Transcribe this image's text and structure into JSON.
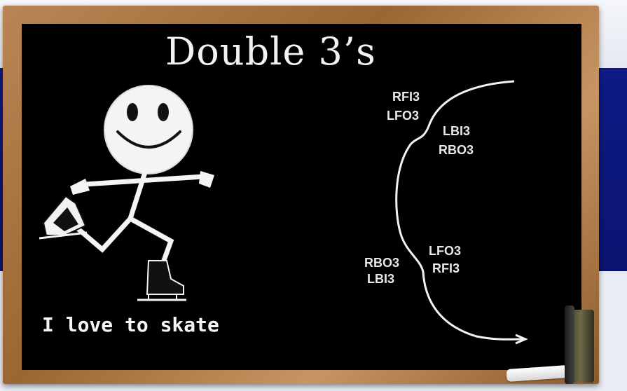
{
  "title": "Double 3’s",
  "caption": "I love to skate",
  "labels": {
    "top_left_1": "RFI3",
    "top_left_2": "LFO3",
    "top_right_1": "LBI3",
    "top_right_2": "RBO3",
    "bottom_right_1": "LFO3",
    "bottom_right_2": "RFI3",
    "bottom_left_1": "RBO3",
    "bottom_left_2": "LBI3"
  },
  "colors": {
    "board": "#000000",
    "chalk": "#f2f2f2",
    "frame": "#a36f3c",
    "background_band": "#0e1b86"
  },
  "icons": {
    "figure": "stick-figure-skater-icon",
    "path": "skating-tracing-arrow-icon"
  }
}
